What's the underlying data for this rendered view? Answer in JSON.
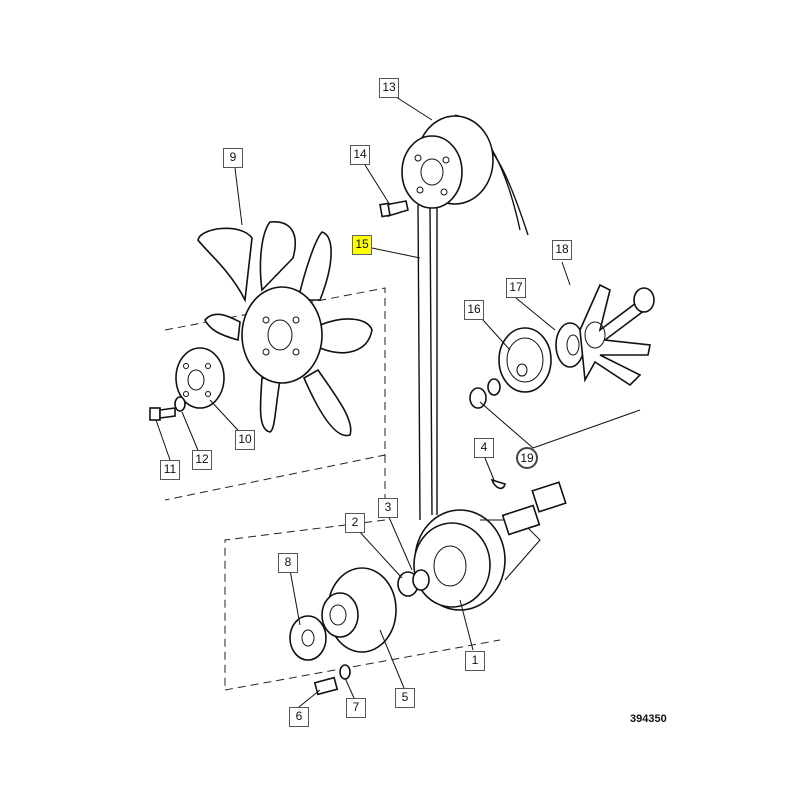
{
  "diagram": {
    "callouts": [
      {
        "id": "1",
        "label": "1",
        "highlighted": false
      },
      {
        "id": "2",
        "label": "2",
        "highlighted": false
      },
      {
        "id": "3",
        "label": "3",
        "highlighted": false
      },
      {
        "id": "4",
        "label": "4",
        "highlighted": false
      },
      {
        "id": "5",
        "label": "5",
        "highlighted": false
      },
      {
        "id": "6",
        "label": "6",
        "highlighted": false
      },
      {
        "id": "7",
        "label": "7",
        "highlighted": false
      },
      {
        "id": "8",
        "label": "8",
        "highlighted": false
      },
      {
        "id": "9",
        "label": "9",
        "highlighted": false
      },
      {
        "id": "10",
        "label": "10",
        "highlighted": false
      },
      {
        "id": "11",
        "label": "11",
        "highlighted": false
      },
      {
        "id": "12",
        "label": "12",
        "highlighted": false
      },
      {
        "id": "13",
        "label": "13",
        "highlighted": false
      },
      {
        "id": "14",
        "label": "14",
        "highlighted": false
      },
      {
        "id": "15",
        "label": "15",
        "highlighted": true
      },
      {
        "id": "16",
        "label": "16",
        "highlighted": false
      },
      {
        "id": "17",
        "label": "17",
        "highlighted": false
      },
      {
        "id": "18",
        "label": "18",
        "highlighted": false
      },
      {
        "id": "19",
        "label": "19",
        "highlighted": false
      }
    ],
    "reference_number": "394350",
    "highlight_color": "#ffff00"
  }
}
